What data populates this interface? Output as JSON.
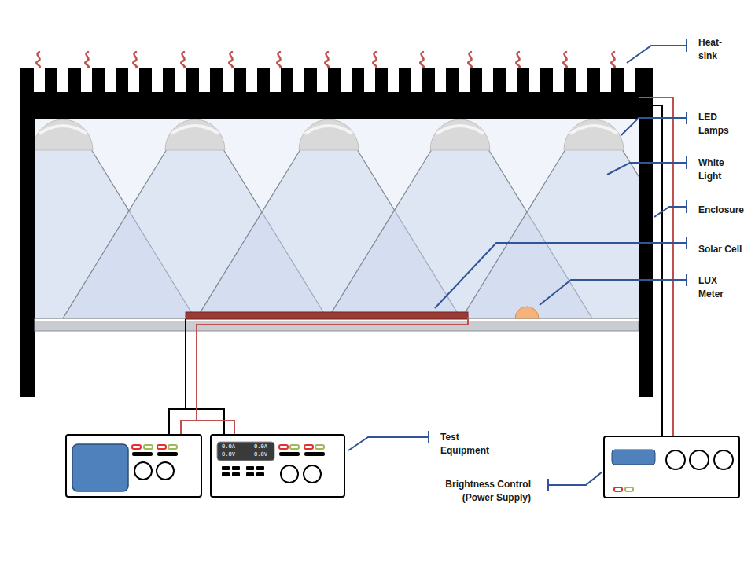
{
  "diagram": {
    "labels": [
      "Heat- sink",
      "LED Lamps",
      "White Light",
      "Enclosure",
      "Solar Cell",
      "LUX Meter",
      "Test Equipment",
      "Brightness Control (Power Supply)",
      "0.0A",
      "0.0A",
      "0.0V",
      "0.0V"
    ]
  }
}
